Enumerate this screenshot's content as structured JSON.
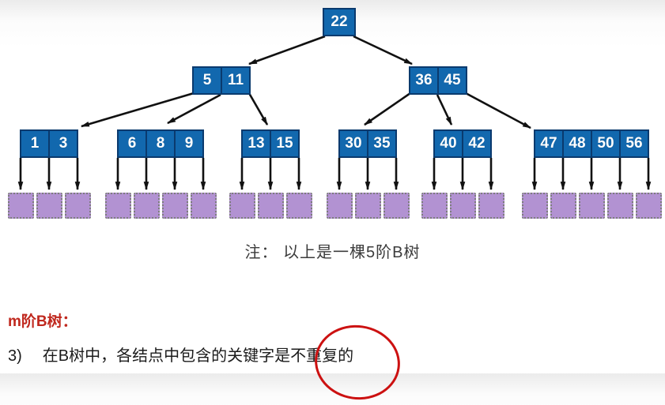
{
  "diagram": {
    "caption": "注： 以上是一棵5阶B树",
    "tree": {
      "root": [
        "22"
      ],
      "level2": [
        [
          "5",
          "11"
        ],
        [
          "36",
          "45"
        ]
      ],
      "level3": [
        [
          "1",
          "3"
        ],
        [
          "6",
          "8",
          "9"
        ],
        [
          "13",
          "15"
        ],
        [
          "30",
          "35"
        ],
        [
          "40",
          "42"
        ],
        [
          "47",
          "48",
          "50",
          "56"
        ]
      ],
      "leaf_groups": [
        3,
        4,
        3,
        3,
        3,
        5
      ]
    },
    "colors": {
      "node_fill": "#1268ae",
      "node_border": "#0a3a6e",
      "leaf_fill": "#b292d2",
      "leaf_border": "#7d7d7d",
      "arrow": "#111111"
    }
  },
  "notes": {
    "heading": "m阶B树：",
    "heading_color": "#c0281e",
    "item3_number": "3)",
    "item3_prefix": "在B树中，各结点中包含的关键字是",
    "item3_highlight": "不重复的",
    "annotation_color": "#cc1111"
  }
}
